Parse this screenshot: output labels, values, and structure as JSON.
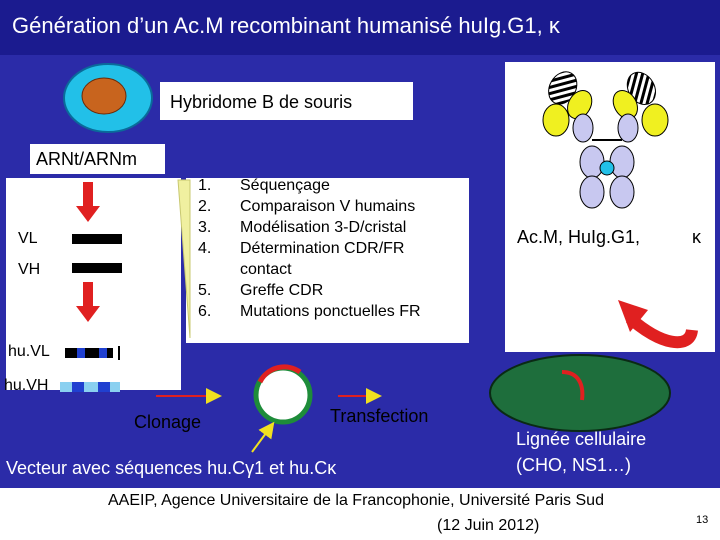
{
  "slide": {
    "title": "Génération d’un Ac.M recombinant humanisé huIg.G1, κ",
    "hybridoma_label": "Hybridome B de souris",
    "mrna_label": "ARNt/ARNm",
    "vl_label": "VL",
    "vh_label": "VH",
    "huvl_label": "hu.VL",
    "huvh_label": "hu.VH",
    "steps": [
      {
        "num": "1.",
        "text": "Séquençage"
      },
      {
        "num": "2.",
        "text": "Comparaison V humains"
      },
      {
        "num": "3.",
        "text": "Modélisation 3-D/cristal"
      },
      {
        "num": "4.",
        "text": "Détermination CDR/FR"
      },
      {
        "num": "",
        "text": "contact"
      },
      {
        "num": "5.",
        "text": "Greffe CDR"
      },
      {
        "num": "6.",
        "text": "Mutations ponctuelles FR"
      }
    ],
    "antibody_label": "Ac.M, HuIg.G1,",
    "antibody_kappa": "κ",
    "clonage_label": "Clonage",
    "transfection_label": "Transfection",
    "vector_label": "Vecteur avec séquences hu.Cγ1 et hu.Cκ",
    "cell_line_label_1": "Lignée cellulaire",
    "cell_line_label_2": "(CHO, NS1…)",
    "footer_line1": "AAEIP, Agence Universitaire de la Francophonie, Université Paris Sud",
    "footer_line2": "(12 Juin 2012)",
    "page_number": "13"
  },
  "colors": {
    "title_bg": "#1b1b8f",
    "main_bg": "#2b2ba8",
    "arrow_red": "#e02020",
    "cell_cyan": "#22c0e8",
    "nucleus_brown": "#c8641e",
    "antibody_lavender": "#c8c8f0",
    "antibody_yellow": "#f0f020",
    "cell_line_green": "#1e6e3c",
    "box_blue": "#1a3aa0"
  }
}
